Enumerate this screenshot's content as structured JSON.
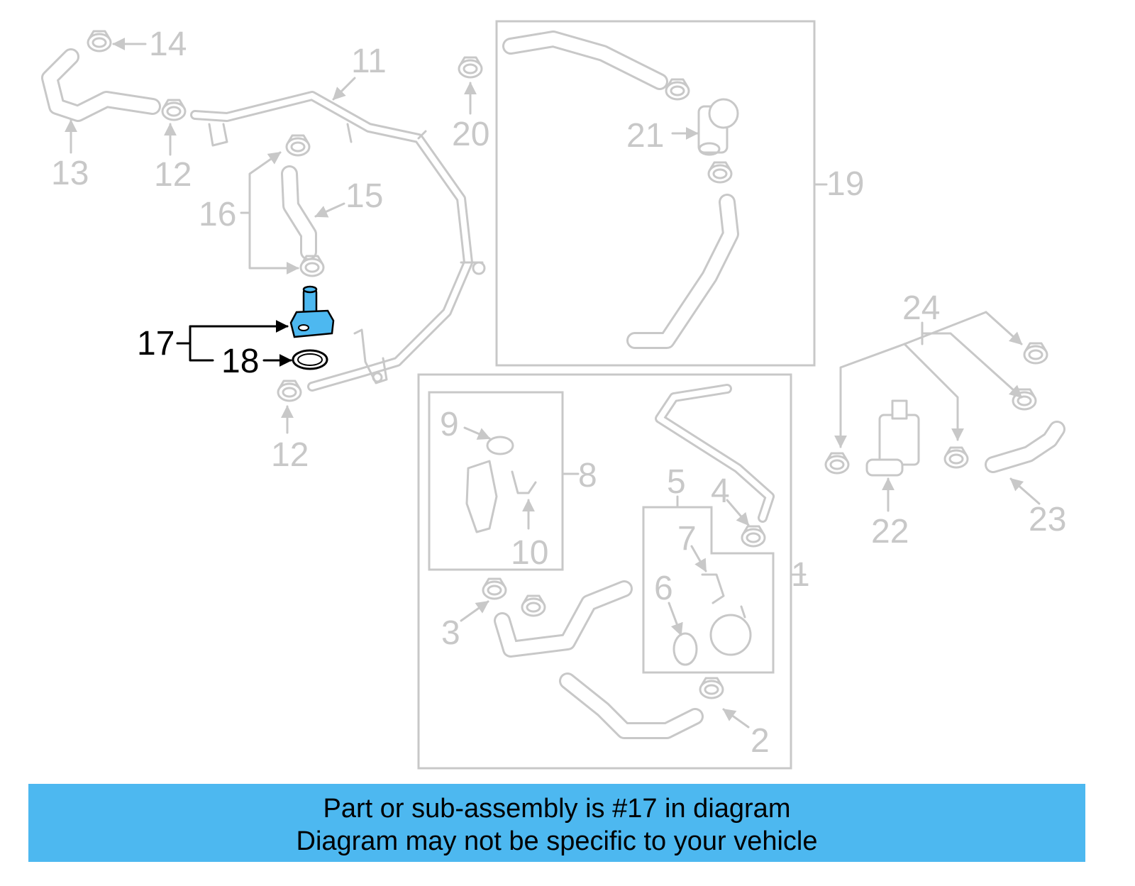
{
  "colors": {
    "highlight": "#4db8f0",
    "outline_gray": "#c8c8c8",
    "footer_background": "#4db8f0"
  },
  "callouts": {
    "c1": "1",
    "c2": "2",
    "c3": "3",
    "c4": "4",
    "c5": "5",
    "c6": "6",
    "c7": "7",
    "c8": "8",
    "c9": "9",
    "c10": "10",
    "c11": "11",
    "c12a": "12",
    "c12b": "12",
    "c13": "13",
    "c14": "14",
    "c15": "15",
    "c16": "16",
    "c17": "17",
    "c18": "18",
    "c19": "19",
    "c20": "20",
    "c21": "21",
    "c22": "22",
    "c23": "23",
    "c24": "24"
  },
  "highlighted_part": "17",
  "footer": {
    "line1": "Part or sub-assembly is #17 in diagram",
    "line2": "Diagram may not be specific to your vehicle"
  }
}
